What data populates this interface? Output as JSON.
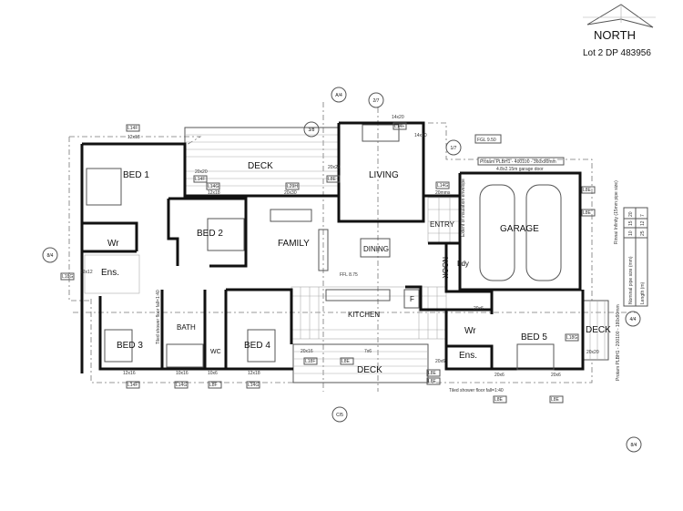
{
  "header": {
    "north_label": "NORTH",
    "lot": "Lot 2 DP 483956"
  },
  "rooms": {
    "bed1": "BED 1",
    "bed2": "BED 2",
    "bed3": "BED 3",
    "bed4": "BED 4",
    "bed5": "BED 5",
    "deck_top": "DECK",
    "deck_bottom": "DECK",
    "deck_right": "DECK",
    "living": "LIVING",
    "family": "FAMILY",
    "dining": "DINING",
    "kitchen": "KITCHEN",
    "entry": "ENTRY",
    "garage": "GARAGE",
    "nook": "NOOK",
    "laundry": "Ldy",
    "wr1": "Wr",
    "ens1": "Ens.",
    "bath": "BATH",
    "wc": "WC",
    "wr5": "Wr",
    "ens5": "Ens.",
    "fridge": "F"
  },
  "notes": {
    "fgl": "FGL 9.50",
    "ffl": "FFL 8.75",
    "proline_top": "Protam PLBH1 - 400100 - 360x90mm",
    "proline_right": "Protam PLBH1 - 200100 - 180x90mm",
    "garage_door": "4.8x2.15m garage door",
    "insulation": "Extent of insulation envelope",
    "shower1": "Tiled shower floor fall=1:40",
    "shower2": "Tiled shower floor fall=1:40",
    "rinnai": "Rinnai Infinity (15mm pipe size)"
  },
  "window_sizes": [
    "12x18",
    "14x20",
    "14x10",
    "12x18",
    "20x30",
    "20x20",
    "20x20",
    "20x6",
    "12x16",
    "10x16",
    "10x6",
    "12x18",
    "20x16",
    "7x6",
    "20x6",
    "20x6",
    "20x20",
    "20x6",
    "12x12",
    "20mms"
  ],
  "lintel_tags": [
    "L14F",
    "L14F",
    "L14G",
    "L29H",
    "L14F",
    "L8E",
    "L14G",
    "L8E",
    "L8E",
    "L8E",
    "L18G",
    "L14F",
    "L14G",
    "L8F",
    "L14G",
    "L18F",
    "L8E",
    "L8E",
    "L8E",
    "L8E",
    "L18G"
  ],
  "pipe_table": {
    "headers": [
      "Nominal pipe size (mm)",
      "Length (m)"
    ],
    "rows": [
      [
        "10",
        "25"
      ],
      [
        "15",
        "12"
      ],
      [
        "20",
        "7"
      ]
    ]
  },
  "section_markers": [
    "A/4",
    "2/7",
    "3/8",
    "1/7",
    "8/4",
    "4/4",
    "C/5",
    "8/4"
  ]
}
